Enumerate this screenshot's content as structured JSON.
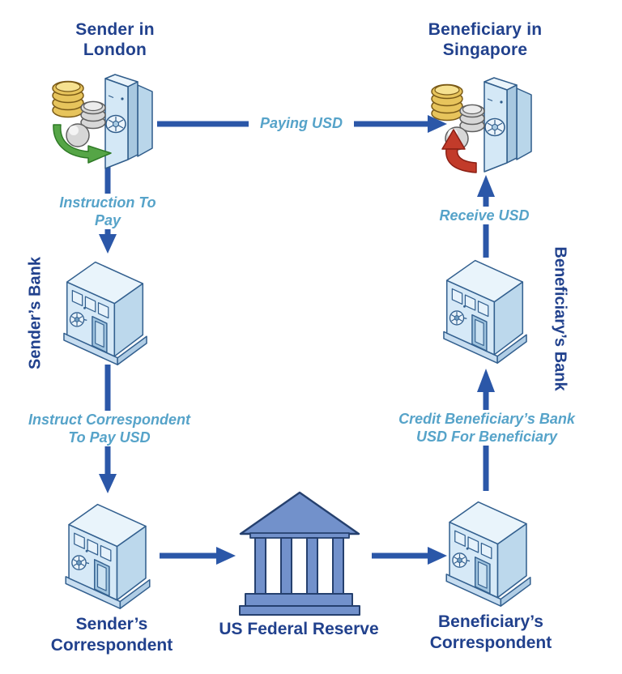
{
  "diagram": {
    "nodes": {
      "sender": {
        "lines": [
          "Sender in",
          "London"
        ]
      },
      "beneficiary": {
        "lines": [
          "Beneficiary in",
          "Singapore"
        ]
      },
      "senders_bank": {
        "label": "Sender’s Bank"
      },
      "beneficiarys_bank": {
        "label": "Beneficiary’s Bank"
      },
      "senders_correspondent": {
        "lines": [
          "Sender’s",
          "Correspondent"
        ]
      },
      "us_federal_reserve": {
        "label": "US Federal Reserve"
      },
      "beneficiarys_correspondent": {
        "lines": [
          "Beneficiary’s",
          "Correspondent"
        ]
      }
    },
    "flows": {
      "paying_usd": {
        "label": "Paying USD"
      },
      "instruction_to_pay": {
        "lines": [
          "Instruction To",
          "Pay"
        ]
      },
      "instruct_correspondent": {
        "lines": [
          "Instruct Correspondent",
          "To Pay USD"
        ]
      },
      "credit_beneficiary": {
        "lines": [
          "Credit Beneficiary’s Bank",
          "USD For Beneficiary"
        ]
      },
      "receive_usd": {
        "label": "Receive USD"
      }
    },
    "icons": {
      "sender_vault": "open-vault-door-with-coins",
      "beneficiary_vault": "open-vault-door-with-coins",
      "green_curved_arrow": "deposit-into-vault",
      "red_curved_arrow": "receive-from-vault",
      "bank_building": "safe-style-bank-building",
      "us_federal_reserve_building": "classical-columned-bank"
    },
    "colors": {
      "node_label_text": "#21418d",
      "flow_label_text": "#56a3c9",
      "arrow": "#2b57a8",
      "vault_fill": "#d4e8f6",
      "vault_outline": "#2f5c8a",
      "fed_building_fill": "#7291cb",
      "fed_building_outline": "#25406e",
      "green_arrow": "#55a546",
      "red_arrow": "#c23b2a",
      "gold_coins": "#e7c45c",
      "silver_coins": "#d7d7d7",
      "background": "#ffffff"
    }
  }
}
